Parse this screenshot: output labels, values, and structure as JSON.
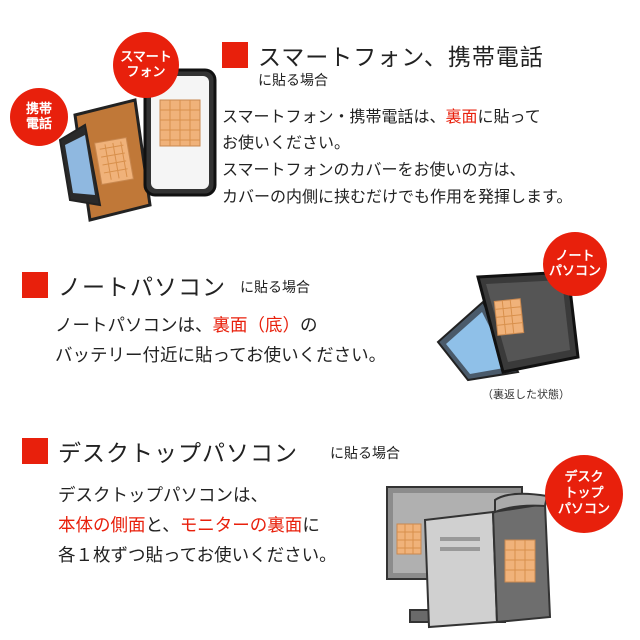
{
  "sections": {
    "phone": {
      "title": "スマートフォン、携帯電話",
      "subtitle": "に貼る場合",
      "line1_a": "スマートフォン・携帯電話は、",
      "line1_red": "裏面",
      "line1_b": "に貼って",
      "line2": "お使いください。",
      "line3": "スマートフォンのカバーをお使いの方は、",
      "line4": "カバーの内側に挟むだけでも作用を発揮します。",
      "badge_smartphone": [
        "スマート",
        "フォン"
      ],
      "badge_keitai": [
        "携帯",
        "電話"
      ]
    },
    "laptop": {
      "title": "ノートパソコン",
      "subtitle": "に貼る場合",
      "line1_a": "ノートパソコンは、",
      "line1_red": "裏面（底）",
      "line1_b": "の",
      "line2": "バッテリー付近に貼ってお使いください。",
      "badge": [
        "ノート",
        "パソコン"
      ],
      "caption": "（裏返した状態）"
    },
    "desktop": {
      "title": "デスクトップパソコン",
      "subtitle": "に貼る場合",
      "line1": "デスクトップパソコンは、",
      "line2_red1": "本体の側面",
      "line2_mid": "と、",
      "line2_red2": "モニターの裏面",
      "line2_end": "に",
      "line3": "各１枚ずつ貼ってお使いください。",
      "badge": [
        "デスク",
        "トップ",
        "パソコン"
      ]
    }
  },
  "colors": {
    "accent": "#e8200c",
    "patch": "#f0b27a"
  }
}
